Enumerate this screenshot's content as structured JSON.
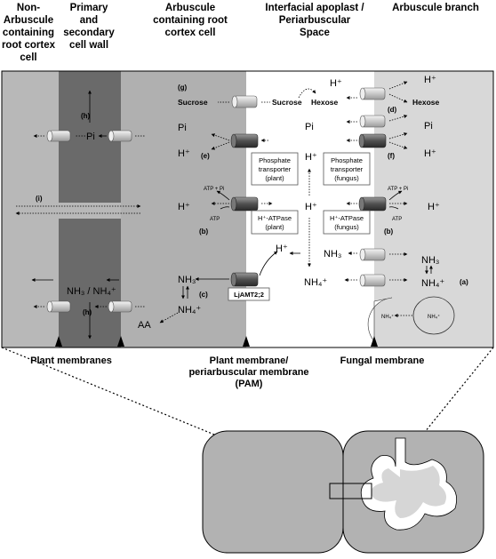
{
  "headers": {
    "non_arbuscule_cell": "Non-\nArbuscule\ncontaining\nroot cortex\ncell",
    "cell_wall": "Primary\nand\nsecondary\ncell wall",
    "arbuscule_cell": "Arbuscule\ncontaining root\ncortex cell",
    "interfacial_space": "Interfacial apoplast /\nPeriarbuscular\nSpace",
    "arbuscule_branch": "Arbuscule branch"
  },
  "membranes": {
    "plant": "Plant membranes",
    "pam": "Plant membrane/\nperiarbuscular membrane\n(PAM)",
    "fungal": "Fungal membrane"
  },
  "labels": {
    "g": "(g)",
    "h_top": "(h)",
    "h_bottom": "(h)",
    "i": "(i)",
    "d": "(d)",
    "e": "(e)",
    "f": "(f)",
    "b_plant": "(b)",
    "b_fungus": "(b)",
    "c": "(c)",
    "a": "(a)",
    "sucrose_left": "Sucrose",
    "sucrose_mid": "Sucrose",
    "hexose_mid": "Hexose",
    "hexose_right": "Hexose",
    "pi_wall": "Pi",
    "pi_plant": "Pi",
    "pi_mid": "Pi",
    "pi_right": "Pi",
    "nh3_wall": "NH₃ / NH₄⁺",
    "nh3_plant": "NH₃",
    "nh4_plant": "NH₄⁺",
    "aa": "AA",
    "nh3_mid": "NH₃",
    "nh4_mid": "NH₄⁺",
    "nh3_right": "NH₃",
    "nh4_right": "NH₄⁺",
    "nh4_vesicle_left": "NH₄⁺",
    "nh4_vesicle_right": "NH₄⁺",
    "hplus": "H⁺",
    "atp_pi": "ATP + Pi",
    "atp": "ATP",
    "pt_plant_1": "Phosphate",
    "pt_plant_2": "transporter",
    "pt_plant_3": "(plant)",
    "pt_fungus_1": "Phosphate",
    "pt_fungus_2": "transporter",
    "pt_fungus_3": "(fungus)",
    "atpase_plant_1": "H⁺-ATPase",
    "atpase_plant_2": "(plant)",
    "atpase_fungus_1": "H⁺-ATPase",
    "atpase_fungus_2": "(fungus)",
    "ljamt": "LjAMT2;2"
  },
  "colors": {
    "left_cell": "#b8b8b8",
    "cell_wall": "#6a6a6a",
    "arb_cell": "#b0b0b0",
    "interface": "#ffffff",
    "arb_branch": "#d8d8d8",
    "cell_bg": "#a8a8a8"
  }
}
